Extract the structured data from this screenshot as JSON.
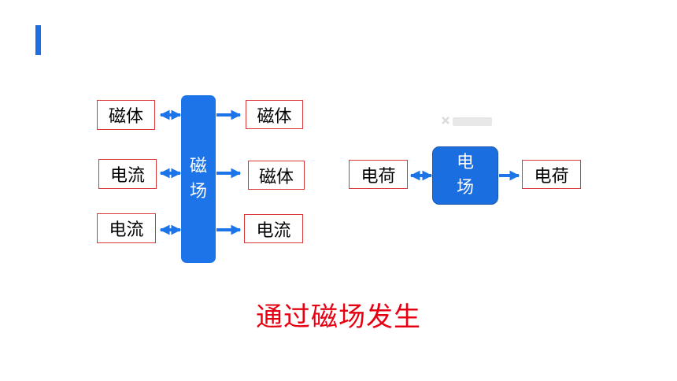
{
  "left_diagram": {
    "field_chars": [
      "磁",
      "场"
    ],
    "left_boxes": [
      "磁体",
      "电流",
      "电流"
    ],
    "right_boxes": [
      "磁体",
      "磁体",
      "电流"
    ]
  },
  "right_diagram": {
    "field_chars": [
      "电",
      "场"
    ],
    "left_box": "电荷",
    "right_box": "电荷"
  },
  "conclusion": "通过磁场发生",
  "colors": {
    "accent": "#1f6fe0",
    "field": "#1c74e8",
    "box_border": "#d9383a",
    "conclusion": "#e60012"
  }
}
